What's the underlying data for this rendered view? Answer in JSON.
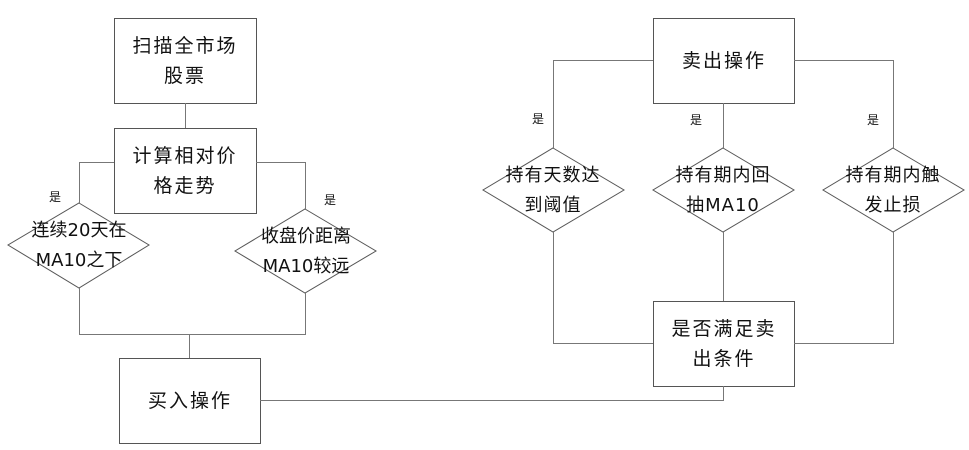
{
  "nodes": {
    "scan": "扫描全市场股票",
    "calc": "计算相对价格走势",
    "cond_below": "连续20天在MA10之下",
    "cond_far": "收盘价距离MA10较远",
    "buy": "买入操作",
    "sell": "卖出操作",
    "hold_days": "持有天数达到阈值",
    "pullback": "持有期内回抽MA10",
    "stoploss": "持有期内触发止损",
    "check_sell": "是否满足卖出条件"
  },
  "edge_label": "是",
  "colors": {
    "line": "#777777",
    "border": "#555555"
  }
}
